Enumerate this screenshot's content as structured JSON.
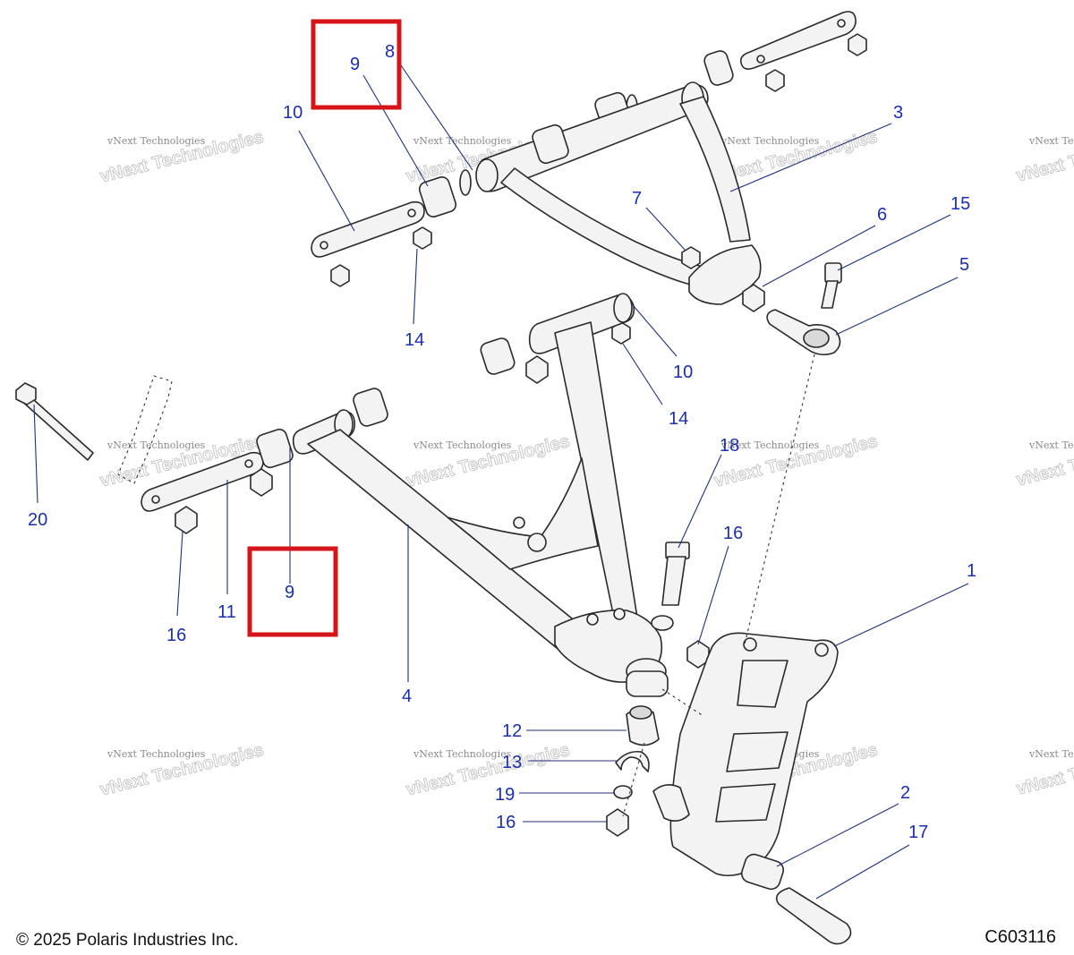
{
  "watermark": {
    "line1": "vNext Technologies",
    "line2": "vNext Technologies"
  },
  "callouts": {
    "c1": "1",
    "c2": "2",
    "c3": "3",
    "c4": "4",
    "c5": "5",
    "c6": "6",
    "c7": "7",
    "c8": "8",
    "c9_top": "9",
    "c9_bottom": "9",
    "c10_top": "10",
    "c10_mid": "10",
    "c11": "11",
    "c12": "12",
    "c13": "13",
    "c14_left": "14",
    "c14_right": "14",
    "c15": "15",
    "c16_left": "16",
    "c16_mid": "16",
    "c16_bottom": "16",
    "c17": "17",
    "c18": "18",
    "c19": "19",
    "c20": "20"
  },
  "highlight_color": "#d6151b",
  "callout_color": "#1a2fb0",
  "footer": {
    "copyright": "© 2025 Polaris Industries Inc.",
    "drawing_id": "C603116"
  }
}
